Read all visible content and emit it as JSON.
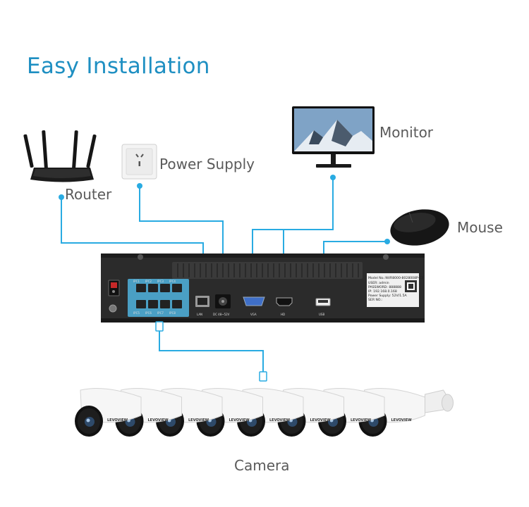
{
  "title": "Easy Installation",
  "devices": {
    "router": "Router",
    "power_supply": "Power Supply",
    "monitor": "Monitor",
    "mouse": "Mouse",
    "camera": "Camera"
  },
  "nvr": {
    "poe_ports_top": [
      "IPC1",
      "IPC2",
      "IPC3",
      "IPC4"
    ],
    "poe_ports_bottom": [
      "IPC5",
      "IPC6",
      "IPC7",
      "IPC8"
    ],
    "rear_ports": [
      "LAN",
      "DC 48~52V",
      "VGA",
      "HD",
      "USB"
    ],
    "sticker": {
      "model": "Model No.:NVR8000-8028008P-C2",
      "user": "USER: admin",
      "password": "PASSWORD: 888888",
      "ip": "IP: 192.168.0.168",
      "power": "Power Supply: 52V/1.5A",
      "ser": "SER NO.:"
    }
  },
  "camera": {
    "count": 8,
    "brand": "LEVOVIEW"
  },
  "colors": {
    "accent": "#1e8fc2",
    "link_line": "#29abe2",
    "nvr_body": "#2b2b2b"
  }
}
